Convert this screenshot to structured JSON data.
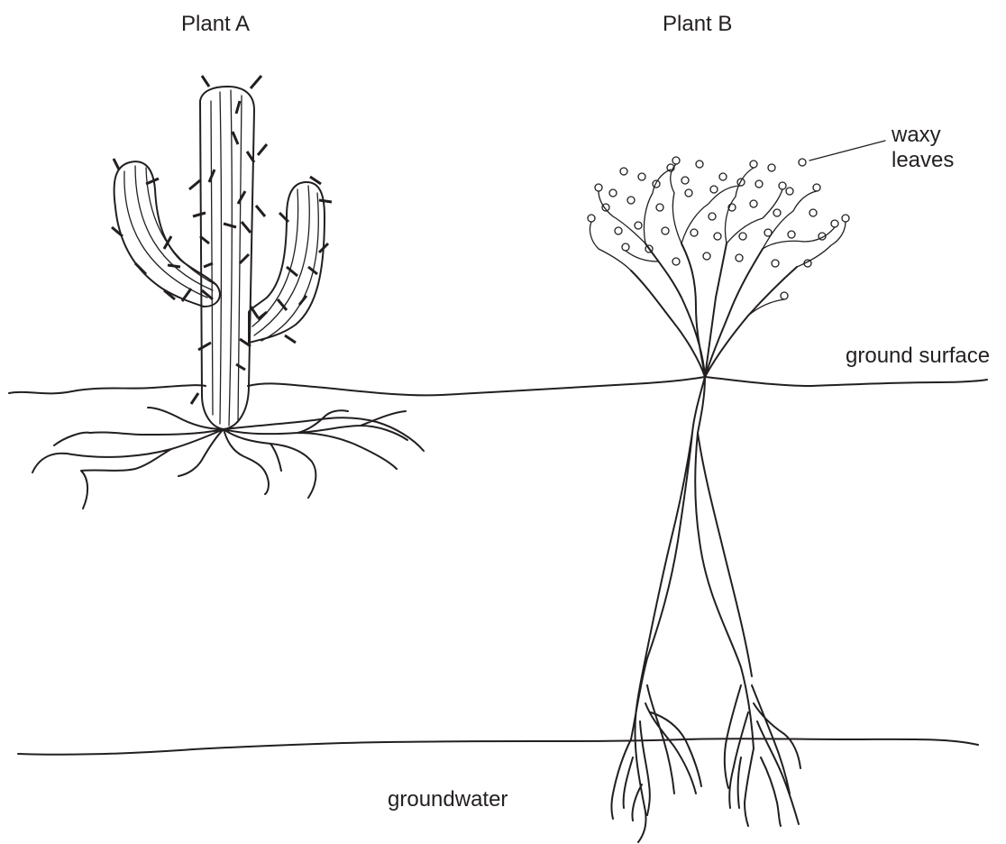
{
  "labels": {
    "plant_a": "Plant A",
    "plant_b": "Plant B",
    "waxy_leaves": "waxy\nleaves",
    "ground_surface": "ground surface",
    "groundwater": "groundwater"
  },
  "colors": {
    "line": "#231f20",
    "background": "#ffffff"
  }
}
